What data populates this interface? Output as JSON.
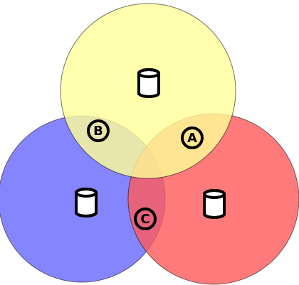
{
  "diagram": {
    "circles": [
      {
        "id": "top",
        "color": "#ffff99",
        "opacity": 0.8
      },
      {
        "id": "left",
        "color": "#6666ff",
        "opacity": 0.8
      },
      {
        "id": "right",
        "color": "#ff5a5a",
        "opacity": 0.8
      }
    ],
    "outline_color": "#000000",
    "icons": [
      {
        "circle": "top",
        "icon": "database-cylinder-icon"
      },
      {
        "circle": "left",
        "icon": "database-cylinder-icon"
      },
      {
        "circle": "right",
        "icon": "database-cylinder-icon"
      }
    ],
    "markers": [
      {
        "label": "A",
        "region": "top-right-overlap"
      },
      {
        "label": "B",
        "region": "top-left-overlap"
      },
      {
        "label": "C",
        "region": "left-right-overlap"
      }
    ]
  }
}
